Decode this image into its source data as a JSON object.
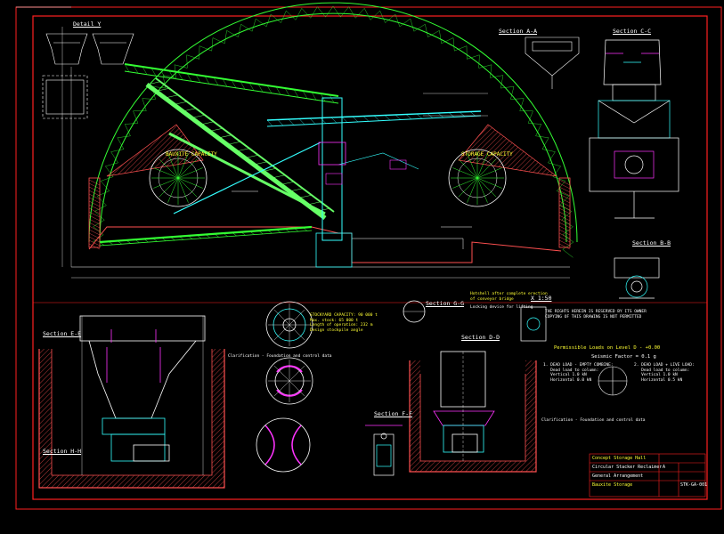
{
  "colors": {
    "background": "#000000",
    "frame": "#ff2020",
    "structure": "#33ff33",
    "conveyor": "#66ff66",
    "steel": "#33ffff",
    "hatch": "#ff5050",
    "dimension": "#ffffff",
    "accent": "#ff33ff",
    "text_yellow": "#ffff33"
  },
  "titles": {
    "detail_y": "Detail Y",
    "section_aa": "Section A-A",
    "section_cc": "Section C-C",
    "section_ee": "Section E-E",
    "section_hh": "Section H-H",
    "section_gg": "Section G-G",
    "section_dd": "Section D-D",
    "section_ff": "Section F-F",
    "section_bb": "Section B-B",
    "x_ref": "X 1:50",
    "bag_stockpile": "BAUXITE CAPACITY",
    "coal_stockpile": "STORAGE CAPACITY"
  },
  "notes": {
    "coupler_note": "Hotshell after complete erection\nof conveyor bridge",
    "locking_note": "Locking device for lifting",
    "clarification_1": "Clarification - Foundation and control data",
    "clarification_2": "Clarification - Foundation and control data",
    "cap_block": "STOCKYARD CAPACITY: 90 000 t\nMax. stock: 65 000 t\nLength of operation: 232 m\nDesign stockpile angle",
    "rights_note": "THE RIGHTS HEREIN IS RESERVED BY ITS OWNER\nCOPYING OF THIS DRAWING IS NOT PERMITTED",
    "loads_title": "Permissible Loads on Level D - +0.00",
    "seismic": "Seismic Factor = 0.1 g",
    "load_block_left": "1. DEAD LOAD - EMPTY COMBINE:\n   Dead load to column:\n   Vertical 1.0 kN\n   Horizontal 0.0 kN",
    "load_block_right": "2. DEAD LOAD + LIVE LOAD:\n   Dead load to column:\n   Vertical 1.0 kN\n   Horizontal 0.5 kN"
  },
  "title_block": {
    "project": "Concept Storage Hall",
    "drawing": "Circular Stacker Reclaimer",
    "sheet": "General Arrangement",
    "client": "Bauxite Storage",
    "number": "STK-GA-001",
    "rev": "A"
  }
}
